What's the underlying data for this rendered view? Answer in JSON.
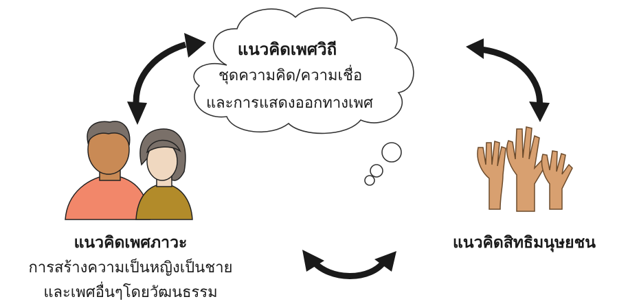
{
  "cloud": {
    "title": "แนวคิดเพศวิถี",
    "line1": "ชุดความคิด/ความเชื่อ",
    "line2": "และการแสดงออกทางเพศ"
  },
  "left_node": {
    "title": "แนวคิดเพศภาวะ",
    "line1": "การสร้างความเป็นหญิงเป็นชาย",
    "line2": "และเพศอื่นๆโดยวัฒนธรรม"
  },
  "right_node": {
    "title": "แนวคิดสิทธิมนุษยชน"
  },
  "colors": {
    "arrow": "#1a1a1a",
    "cloud_stroke": "#333333",
    "skin_man": "#c98a55",
    "skin_woman": "#f0d8c0",
    "hair": "#7a7069",
    "shirt_man": "#f2876a",
    "shirt_woman": "#b28b2a",
    "hands": "#d8a070"
  }
}
